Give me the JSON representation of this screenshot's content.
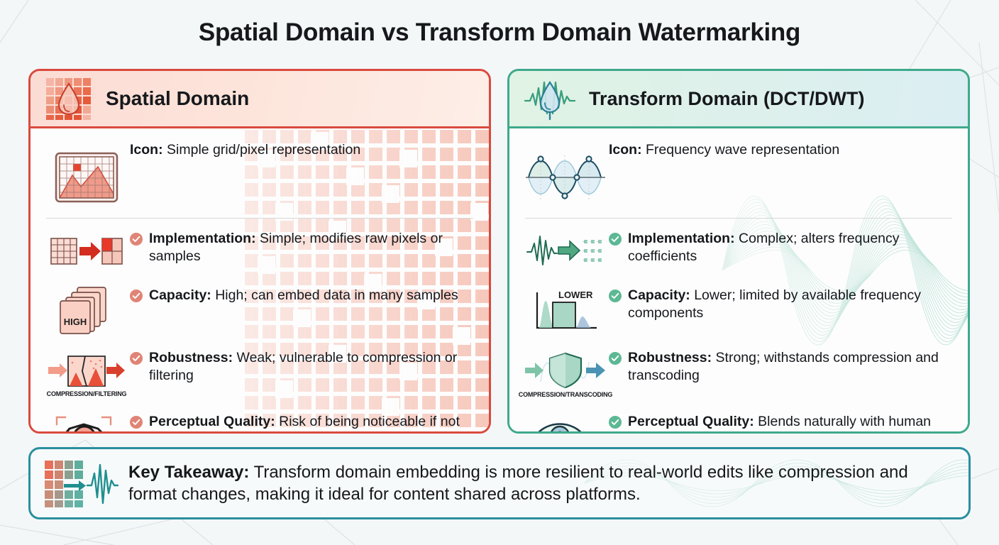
{
  "title": "Spatial Domain vs Transform Domain Watermarking",
  "theme": {
    "page_bg": "#f4f7f8",
    "left_accent": "#d94a3d",
    "right_accent": "#3fa98c",
    "takeaway_accent": "#2a8f9e",
    "left_check": "#e08476",
    "right_check": "#5cb894"
  },
  "panels": [
    {
      "id": "spatial",
      "title": "Spatial Domain",
      "header_icon": "pixel-grid-droplet-icon",
      "rows": [
        {
          "icon": "pixel-image-thumbnail-icon",
          "label": "Icon:",
          "text": "Simple grid/pixel representation",
          "check": false
        },
        {
          "icon": "grid-to-block-arrow-icon",
          "label": "Implementation:",
          "text": "Simple; modifies raw pixels or samples",
          "check": true
        },
        {
          "icon": "stacked-cards-high-icon",
          "label": "Capacity:",
          "text": "High; can embed data in many samples",
          "check": true,
          "icon_caption": "HIGH"
        },
        {
          "icon": "torn-image-compression-icon",
          "label": "Robustness:",
          "text": "Weak; vulnerable to compression or filtering",
          "check": true,
          "icon_caption": "COMPRESSION/FILTERING"
        },
        {
          "icon": "pixelated-eye-warning-icon",
          "label": "Perceptual Quality:",
          "text": "Risk of being noticeable if not carefully applied",
          "check": true
        }
      ]
    },
    {
      "id": "transform",
      "title": "Transform Domain (DCT/DWT)",
      "header_icon": "waveform-droplet-icon",
      "rows": [
        {
          "icon": "sine-wave-samples-icon",
          "label": "Icon:",
          "text": "Frequency wave representation",
          "check": false
        },
        {
          "icon": "waveform-to-coefficients-arrow-icon",
          "label": "Implementation:",
          "text": "Complex; alters frequency coefficients",
          "check": true
        },
        {
          "icon": "frequency-histogram-lower-icon",
          "label": "Capacity:",
          "text": "Lower; limited by available frequency components",
          "check": true,
          "icon_caption": "LOWER"
        },
        {
          "icon": "shield-wave-icon",
          "label": "Robustness:",
          "text": "Strong; withstands compression and transcoding",
          "check": true,
          "icon_caption": "COMPRESSION/TRANSCODING"
        },
        {
          "icon": "eye-check-icon",
          "label": "Perceptual Quality:",
          "text": "Blends naturally with human perception and compression standards",
          "check": true
        }
      ]
    }
  ],
  "takeaway": {
    "icon": "pixel-grid-to-waveform-icon",
    "label": "Key Takeaway:",
    "text": "Transform domain embedding is more resilient to real-world edits like compression and format changes, making it ideal for content shared across platforms."
  }
}
